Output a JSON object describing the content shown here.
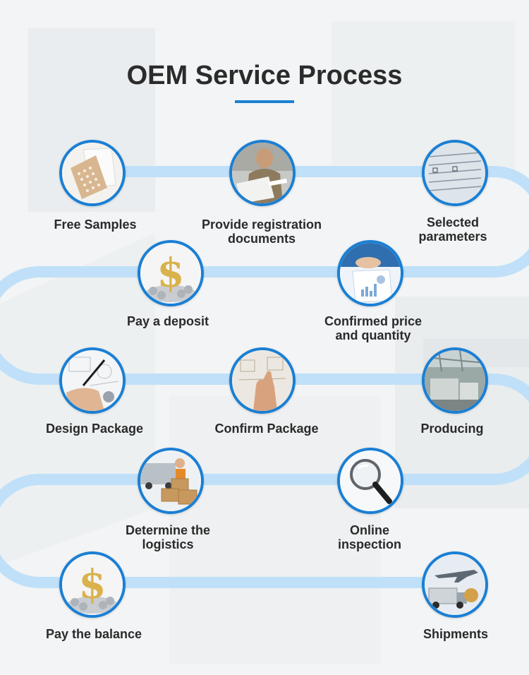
{
  "title": "OEM Service Process",
  "colors": {
    "accent": "#1a7fd4",
    "path": "#bfe0f8",
    "title": "#2b2b2b"
  },
  "steps": [
    {
      "label": [
        "Free Samples"
      ],
      "icon": "patch-sheet-icon"
    },
    {
      "label": [
        "Provide registration",
        "documents"
      ],
      "icon": "paperwork-icon"
    },
    {
      "label": [
        "Selected",
        "parameters"
      ],
      "icon": "form-document-icon"
    },
    {
      "label": [
        "Pay a deposit"
      ],
      "icon": "dollar-coins-icon"
    },
    {
      "label": [
        "Confirmed price",
        "and quantity"
      ],
      "icon": "handshake-chart-icon"
    },
    {
      "label": [
        "Design Package"
      ],
      "icon": "drafting-icon"
    },
    {
      "label": [
        "Confirm Package"
      ],
      "icon": "sketch-hand-icon"
    },
    {
      "label": [
        "Producing"
      ],
      "icon": "factory-icon"
    },
    {
      "label": [
        "Determine the",
        "logistics"
      ],
      "icon": "delivery-boxes-icon"
    },
    {
      "label": [
        "Online",
        "inspection"
      ],
      "icon": "magnifier-icon"
    },
    {
      "label": [
        "Pay the balance"
      ],
      "icon": "dollar-coins-icon"
    },
    {
      "label": [
        "Shipments"
      ],
      "icon": "transport-icon"
    }
  ]
}
